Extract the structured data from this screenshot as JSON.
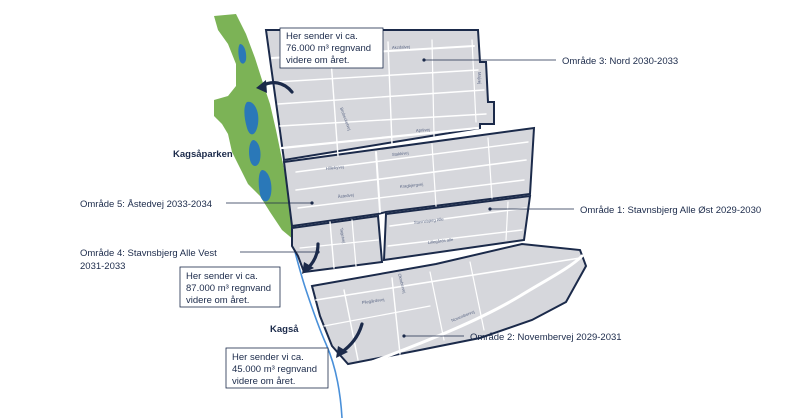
{
  "places": {
    "park": "Kagsåparken",
    "stream": "Kagså"
  },
  "areas": [
    {
      "label": "Område 3: Nord 2030-2033"
    },
    {
      "label": "Område 5: Åstedvej 2033-2034"
    },
    {
      "label": "Område 1: Stavnsbjerg Alle Øst 2029-2030"
    },
    {
      "label": "Område 4: Stavnsbjerg Alle Vest",
      "label2": "2031-2033"
    },
    {
      "label": "Område 2: Novembervej 2029-2031"
    }
  ],
  "callouts": [
    {
      "line1": "Her sender vi ca.",
      "line2": "76.000 m³ regnvand",
      "line3": "videre om året."
    },
    {
      "line1": "Her sender vi ca.",
      "line2": "87.000 m³ regnvand",
      "line3": "videre om året."
    },
    {
      "line1": "Her sender vi ca.",
      "line2": "45.000 m³ regnvand",
      "line3": "videre om året."
    }
  ],
  "streets": {
    "s1": "Akzdalvej",
    "s2": "Apriivej",
    "s3": "Brobecketvej",
    "s4": "Majvej",
    "s5": "Hillebyvej",
    "s6": "Stakkivej",
    "s7": "Åstedvej",
    "s8": "Kragbjergvej",
    "s9": "Stavnsbjerg Alle",
    "s10": "Lillegårds alle",
    "s11": "Novembervej",
    "s12": "Pilegårdsvej",
    "s13": "Tagetvej",
    "s14": "Oktobervej"
  },
  "colors": {
    "navy": "#1b2a4a",
    "block": "#d6d7dc",
    "road": "#ffffff",
    "park": "#7cb356",
    "water": "#2a78b8",
    "streamline": "#4a90d9"
  }
}
